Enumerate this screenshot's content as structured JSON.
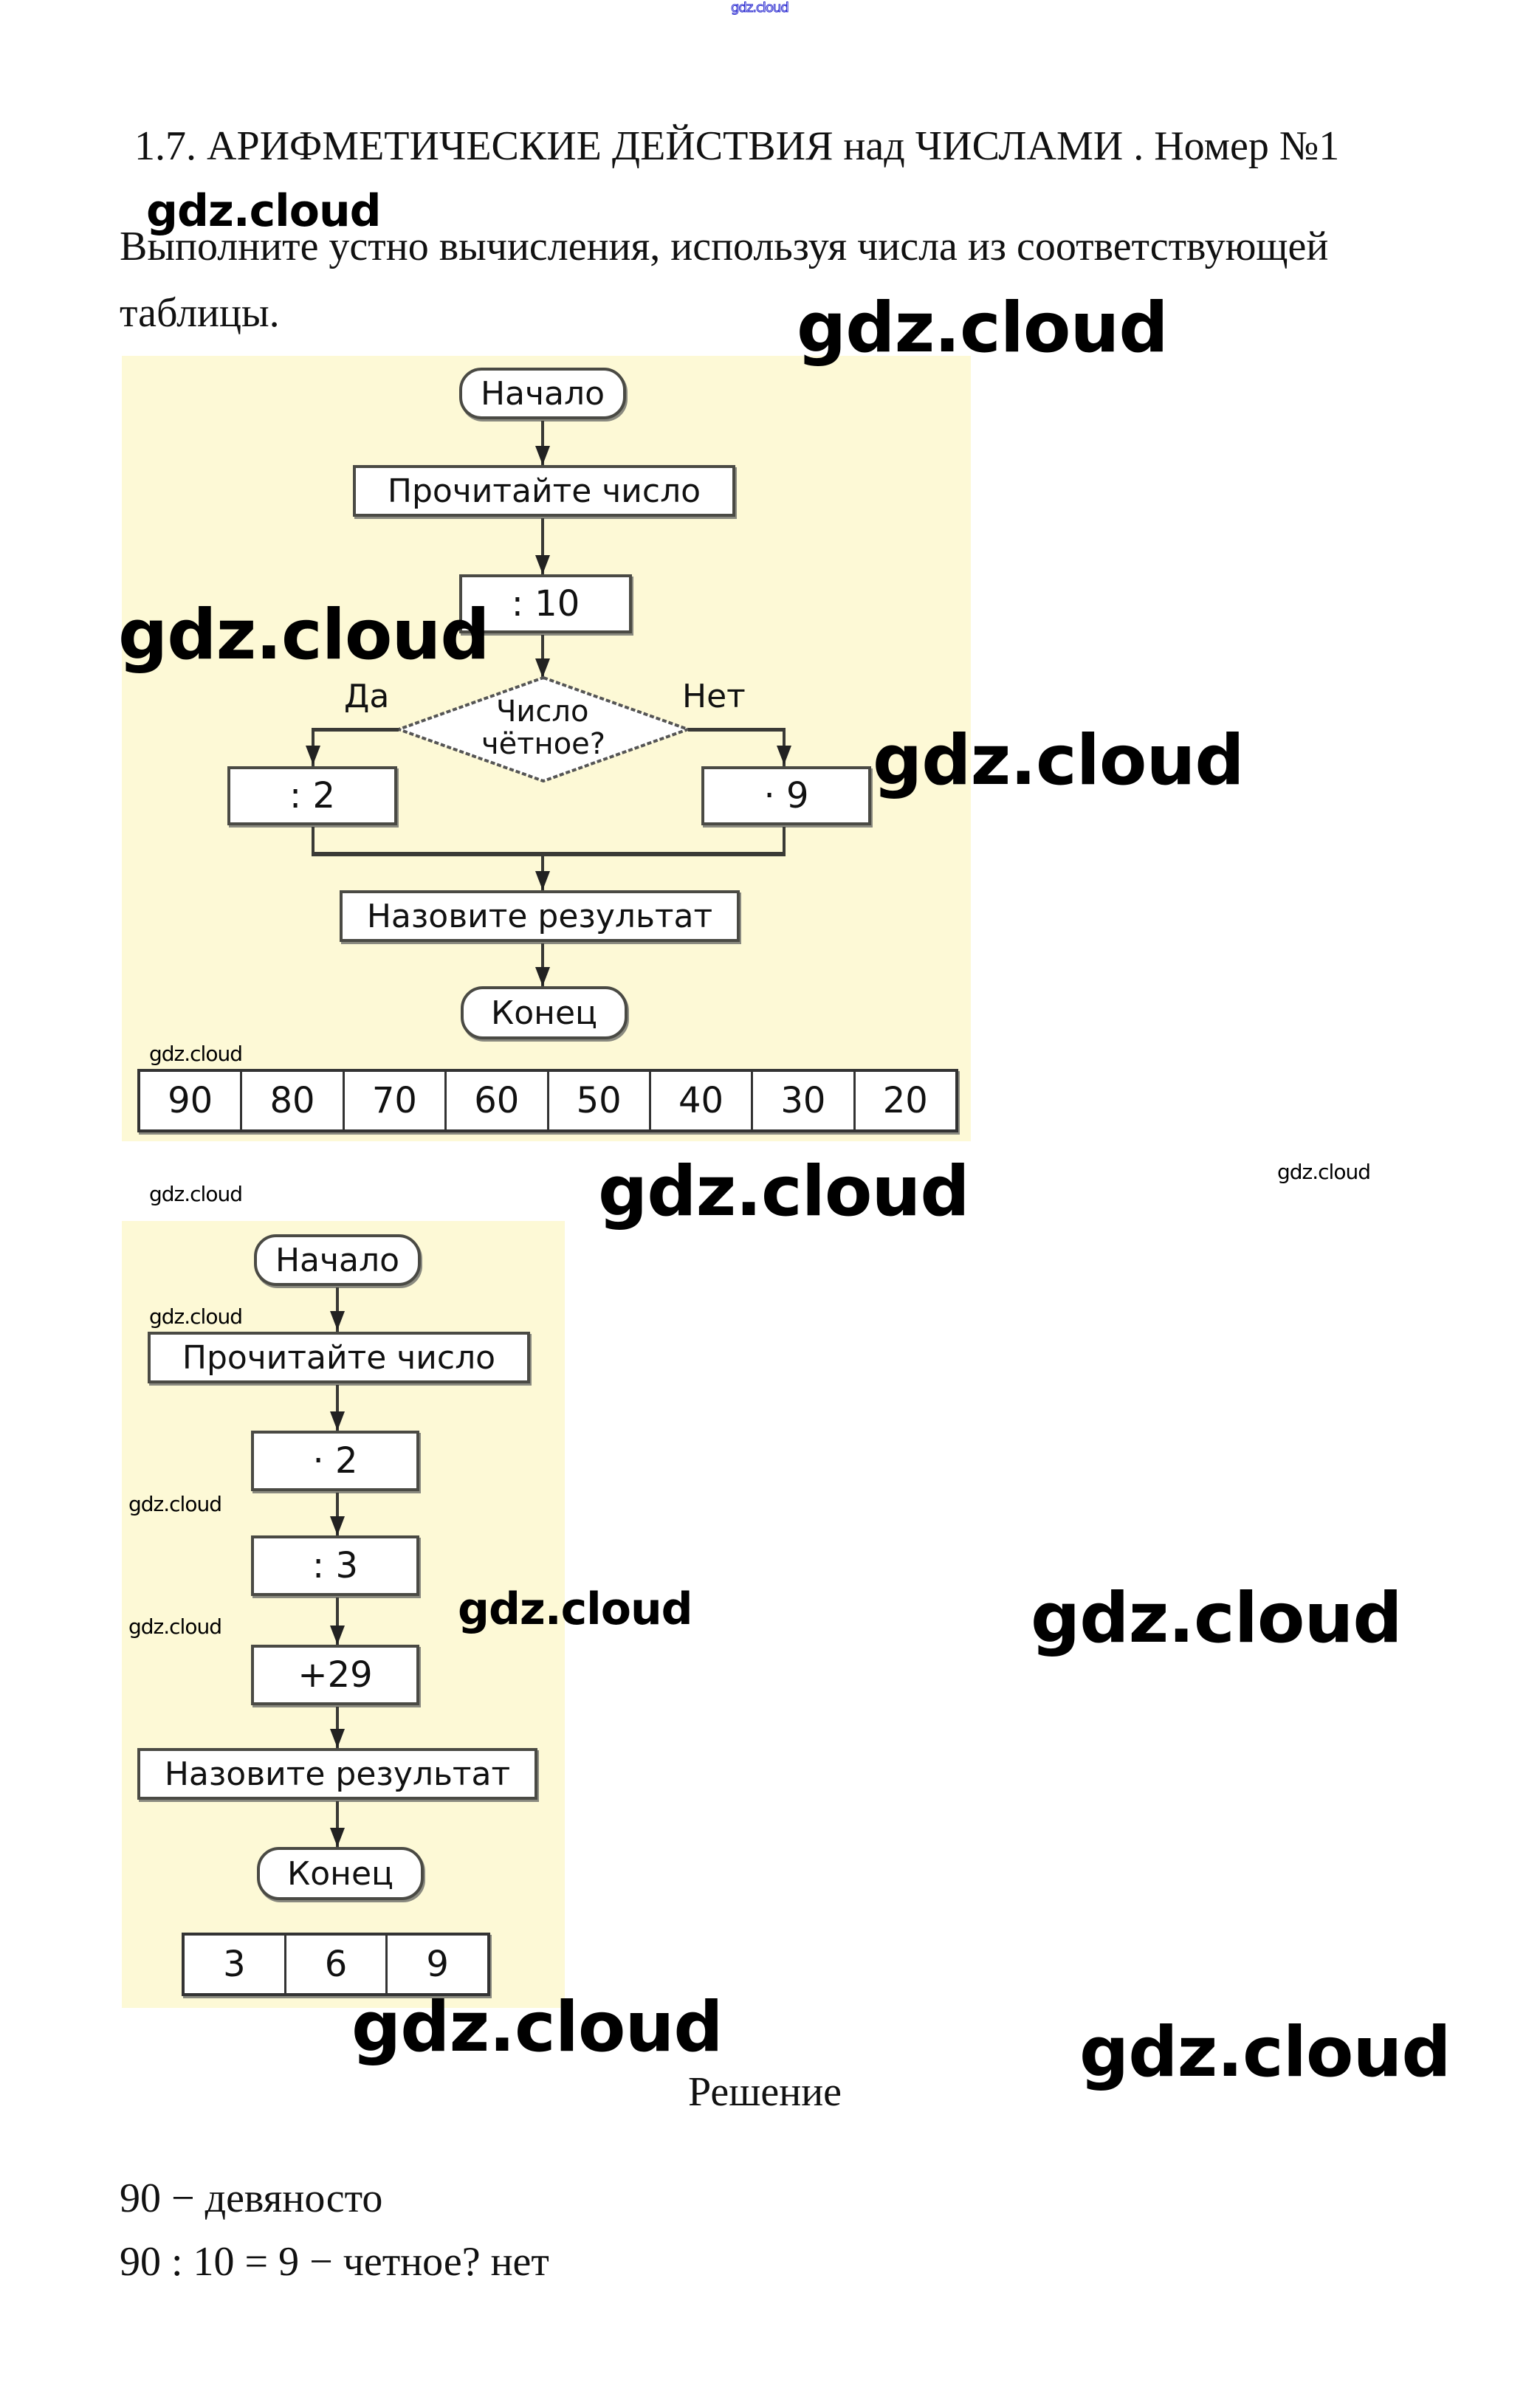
{
  "watermark": "gdz.cloud",
  "header": {
    "title": "1.7. АРИФМЕТИЧЕСКИЕ ДЕЙСТВИЯ над ЧИСЛАМИ . Номер №1"
  },
  "task": {
    "line1": "Выполните устно вычисления, используя числа из соответствующей",
    "line2": "таблицы."
  },
  "flowchart1": {
    "start": "Начало",
    "read": "Прочитайте  число",
    "op1": ": 10",
    "decision_line1": "Число",
    "decision_line2": "чётное?",
    "yes_label": "Да",
    "no_label": "Нет",
    "yes_op": ": 2",
    "no_op": "· 9",
    "output": "Назовите  результат",
    "end": "Конец",
    "numbers": [
      "90",
      "80",
      "70",
      "60",
      "50",
      "40",
      "30",
      "20"
    ]
  },
  "flowchart2": {
    "start": "Начало",
    "read": "Прочитайте  число",
    "op1": "· 2",
    "op2": ": 3",
    "op3": "+29",
    "output": "Назовите  результат",
    "end": "Конец",
    "numbers": [
      "3",
      "6",
      "9"
    ]
  },
  "solution": {
    "heading": "Решение",
    "lines": [
      "90 − девяносто",
      "90 : 10 = 9 − четное? нет"
    ]
  },
  "colors": {
    "diagram_background": "#fdf9d6",
    "top_watermark": "#2a2ad0"
  }
}
